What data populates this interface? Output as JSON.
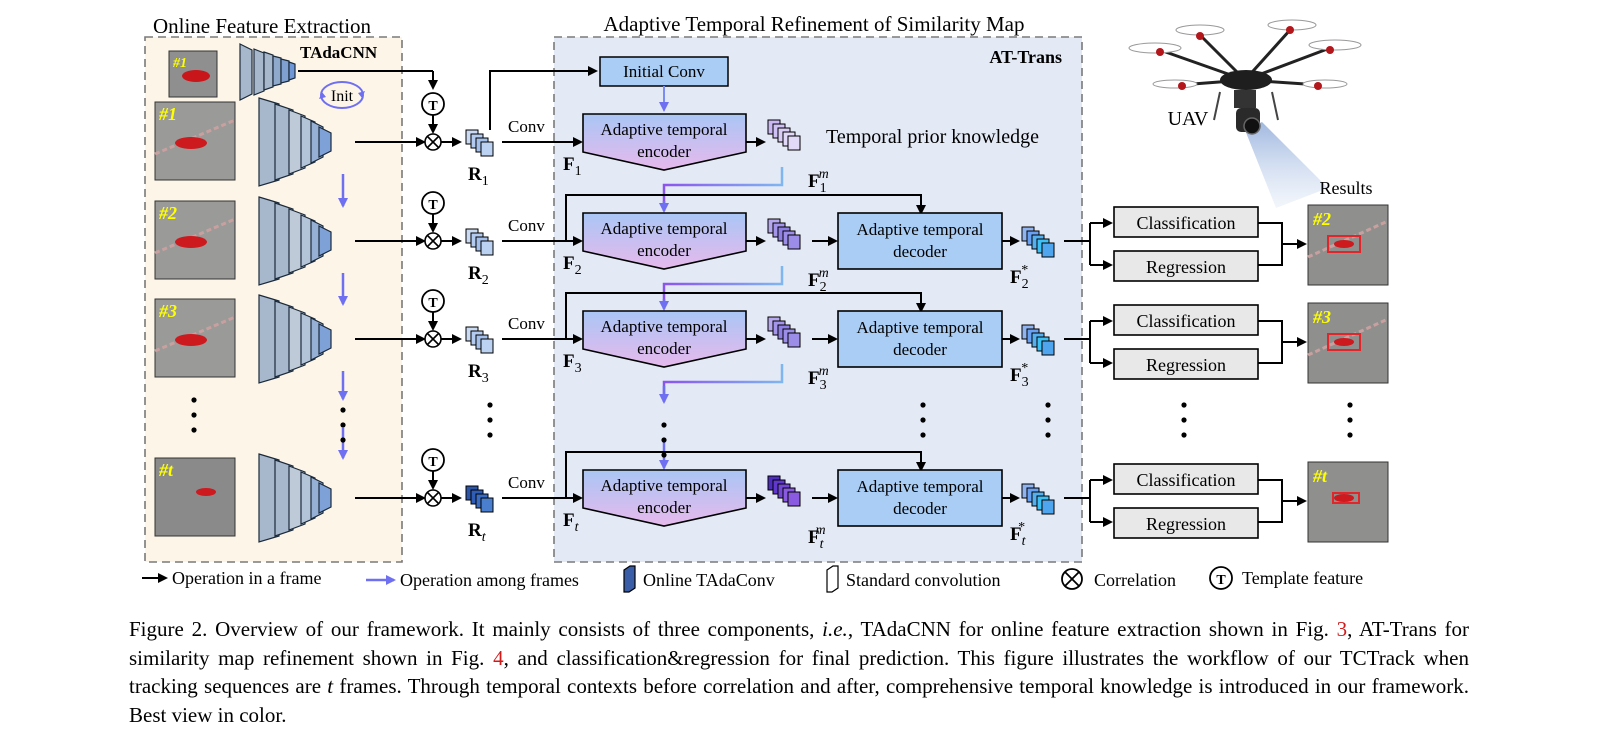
{
  "figure": {
    "left_panel_title": "Online Feature Extraction",
    "center_panel_title": "Adaptive Temporal Refinement of Similarity Map",
    "tadacnn_label": "TAdaCNN",
    "init_label": "Init",
    "at_trans_label": "AT-Trans",
    "initial_conv_label": "Initial Conv",
    "temporal_prior_label": "Temporal prior knowledge",
    "uav_label": "UAV",
    "results_label": "Results",
    "template_symbol": "T",
    "conv_label": "Conv",
    "encoder_line1": "Adaptive temporal",
    "encoder_line2": "encoder",
    "decoder_line1": "Adaptive temporal",
    "decoder_line2": "decoder",
    "classification_label": "Classification",
    "regression_label": "Regression",
    "template_frame_tag": "#1",
    "frames": [
      {
        "tag": "#1",
        "r_sub": "1",
        "f_sub": "1",
        "fm_sub": "1",
        "fs_sub": "",
        "result_tag": ""
      },
      {
        "tag": "#2",
        "r_sub": "2",
        "f_sub": "2",
        "fm_sub": "2",
        "fs_sub": "2",
        "result_tag": "#2"
      },
      {
        "tag": "#3",
        "r_sub": "3",
        "f_sub": "3",
        "fm_sub": "3",
        "fs_sub": "3",
        "result_tag": "#3"
      },
      {
        "tag": "#t",
        "r_sub": "t",
        "f_sub": "t",
        "fm_sub": "t",
        "fs_sub": "t",
        "result_tag": "#t"
      }
    ],
    "legend": {
      "op_frame": "Operation in a frame",
      "op_among": "Operation among frames",
      "online_tadaconv": "Online TAdaConv",
      "standard_conv": "Standard convolution",
      "correlation": "Correlation",
      "template_feature": "Template feature"
    },
    "colors": {
      "left_panel_bg": "#fdf6e8",
      "center_panel_bg": "#e3e9f5",
      "among_arrow": "#6f6ff2",
      "box_blue": "#a9cdf4",
      "box_gray": "#e8e8e8",
      "result_box": "#e0262a",
      "frame_tag": "#ffff00"
    }
  },
  "caption": {
    "lead": "Figure 2.  Overview of our framework.  It mainly consists of three components, ",
    "ie": "i.e.",
    "part1": ", TAdaCNN for online feature extraction shown in Fig. ",
    "ref_fig3": "3",
    "part2": ", AT-Trans for similarity map refinement shown in Fig. ",
    "ref_fig4": "4",
    "part3": ", and classification&regression for final prediction. This figure illustrates the workflow of our TCTrack when tracking sequences are ",
    "t": "t",
    "part4": " frames.  Through temporal contexts before correlation and after, comprehensive temporal knowledge is introduced in our framework. Best view in color."
  }
}
